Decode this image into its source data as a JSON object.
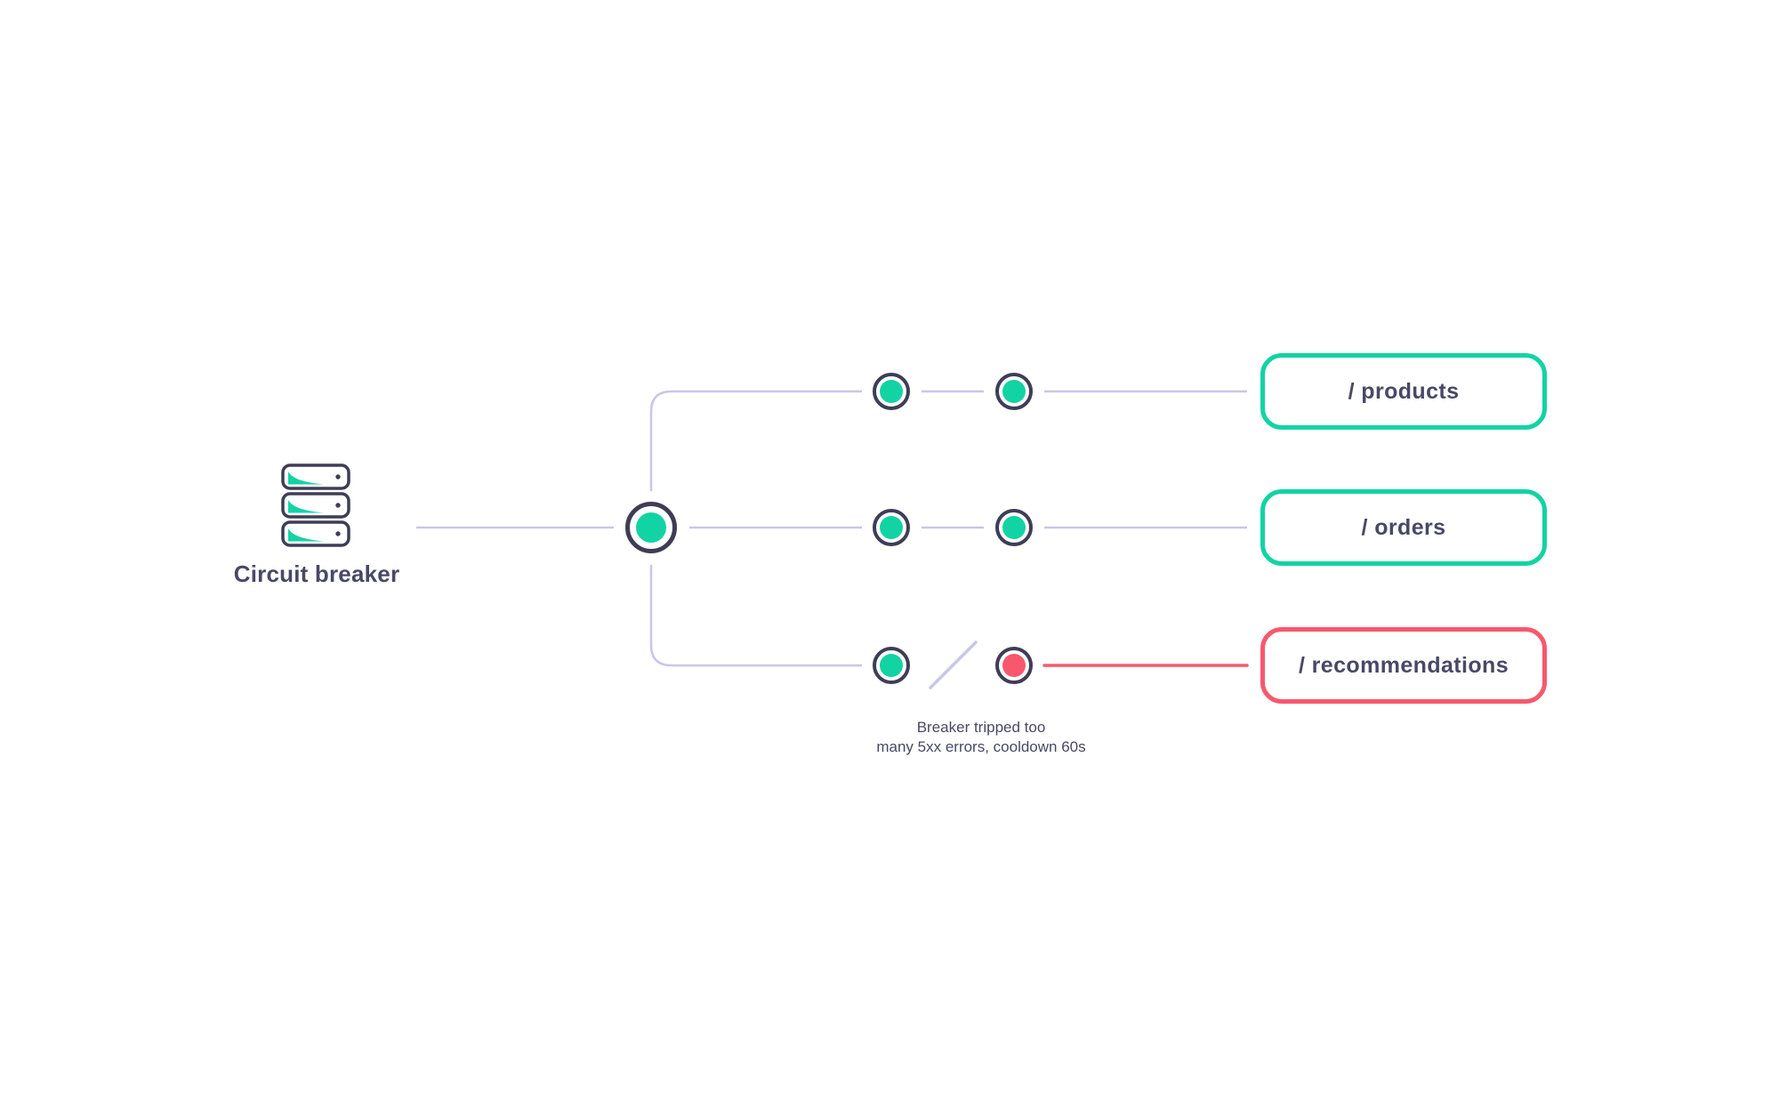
{
  "source": {
    "label": "Circuit breaker",
    "icon": "server-stack-icon"
  },
  "endpoints": [
    {
      "label": "/ products",
      "state": "ok"
    },
    {
      "label": "/ orders",
      "state": "ok"
    },
    {
      "label": "/ recommendations",
      "state": "tripped"
    }
  ],
  "annotation": {
    "line1": "Breaker tripped too",
    "line2": "many 5xx errors, cooldown 60s"
  },
  "colors": {
    "teal": "#12d3a4",
    "red": "#f8586d",
    "dark": "#3f3d56",
    "line": "#c9c6e8",
    "text": "#4a4866"
  }
}
